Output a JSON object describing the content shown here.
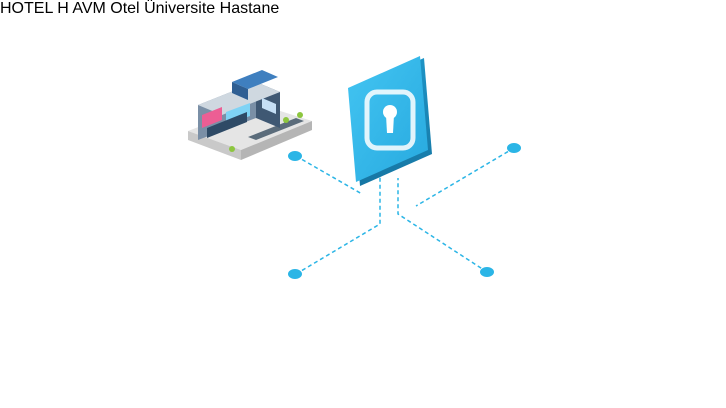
{
  "nodes": {
    "center": {
      "icon": "keyhole-lock-icon"
    },
    "mall": {
      "label": "AVM",
      "icon": "shopping-mall-building-icon"
    },
    "hotel": {
      "label": "Otel",
      "icon": "hotel-building-icon",
      "sign": "HOTEL"
    },
    "uni": {
      "label": "Üniversite",
      "icon": "university-campus-icon"
    },
    "hosp": {
      "label": "Hastane",
      "icon": "hospital-building-icon"
    }
  },
  "colors": {
    "accent": "#2bb5e6",
    "lock_dark": "#1d8fbf",
    "label": "#1c3553"
  }
}
